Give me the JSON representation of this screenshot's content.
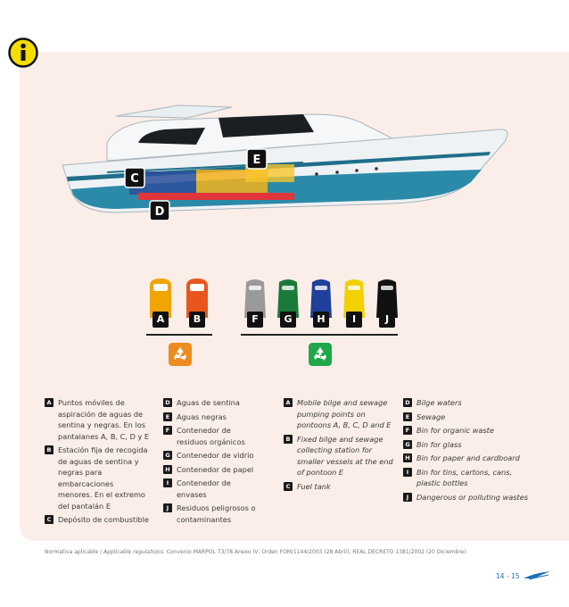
{
  "boat_labels": {
    "c": "C",
    "d": "D",
    "e": "E"
  },
  "bins": [
    {
      "letter": "A",
      "color": "#f0a500"
    },
    {
      "letter": "B",
      "color": "#e8561e"
    },
    {
      "letter": "F",
      "color": "#9a9a9a"
    },
    {
      "letter": "G",
      "color": "#1a7a3a"
    },
    {
      "letter": "H",
      "color": "#1f3f9a"
    },
    {
      "letter": "I",
      "color": "#f3d000"
    },
    {
      "letter": "J",
      "color": "#111111"
    }
  ],
  "recycle_colors": {
    "left": "#ec8b1f",
    "right": "#1ea84a"
  },
  "legend": {
    "col1": [
      {
        "key": "A",
        "text": "Puntos móviles de aspiración de aguas de sentina y negras. En los pantalanes A, B, C, D y E"
      },
      {
        "key": "B",
        "text": "Estación fija de recogida de aguas de sentina y negras para embarcaciones menores. En el extremo del pantalán E"
      },
      {
        "key": "C",
        "text": "Depósito de combustible"
      }
    ],
    "col2": [
      {
        "key": "D",
        "text": "Aguas de sentina"
      },
      {
        "key": "E",
        "text": "Aguas negras"
      },
      {
        "key": "F",
        "text": "Contenedor de residuos orgánicos"
      },
      {
        "key": "G",
        "text": "Contenedor de vidrio"
      },
      {
        "key": "H",
        "text": "Contenedor de papel"
      },
      {
        "key": "I",
        "text": "Contenedor de envases"
      },
      {
        "key": "J",
        "text": "Residuos peligrosos o contaminantes"
      }
    ],
    "col3": [
      {
        "key": "A",
        "text": "Mobile bilge and sewage pumping points on pontoons A, B, C, D and E"
      },
      {
        "key": "B",
        "text": "Fixed bilge and sewage collecting station for smaller vessels at the end of pontoon E"
      },
      {
        "key": "C",
        "text": "Fuel tank"
      }
    ],
    "col4": [
      {
        "key": "D",
        "text": "Bilge waters"
      },
      {
        "key": "E",
        "text": "Sewage"
      },
      {
        "key": "F",
        "text": "Bin for organic waste"
      },
      {
        "key": "G",
        "text": "Bin for glass"
      },
      {
        "key": "H",
        "text": "Bin for paper and cardboard"
      },
      {
        "key": "I",
        "text": "Bin for tins, cartons, cans, plastic bottles"
      },
      {
        "key": "J",
        "text": "Dangerous or polluting wastes"
      }
    ]
  },
  "footer": {
    "label_es": "Normativa aplicable /",
    "label_en": "Applicable regulations:",
    "text": "Convenio MARPOL 73/78 Anexo IV; Orden FOM/1144/2003 (28 Abril); REAL DECRETO 1381/2002 (20 Diciembre)"
  },
  "page_number": "14 - 15"
}
